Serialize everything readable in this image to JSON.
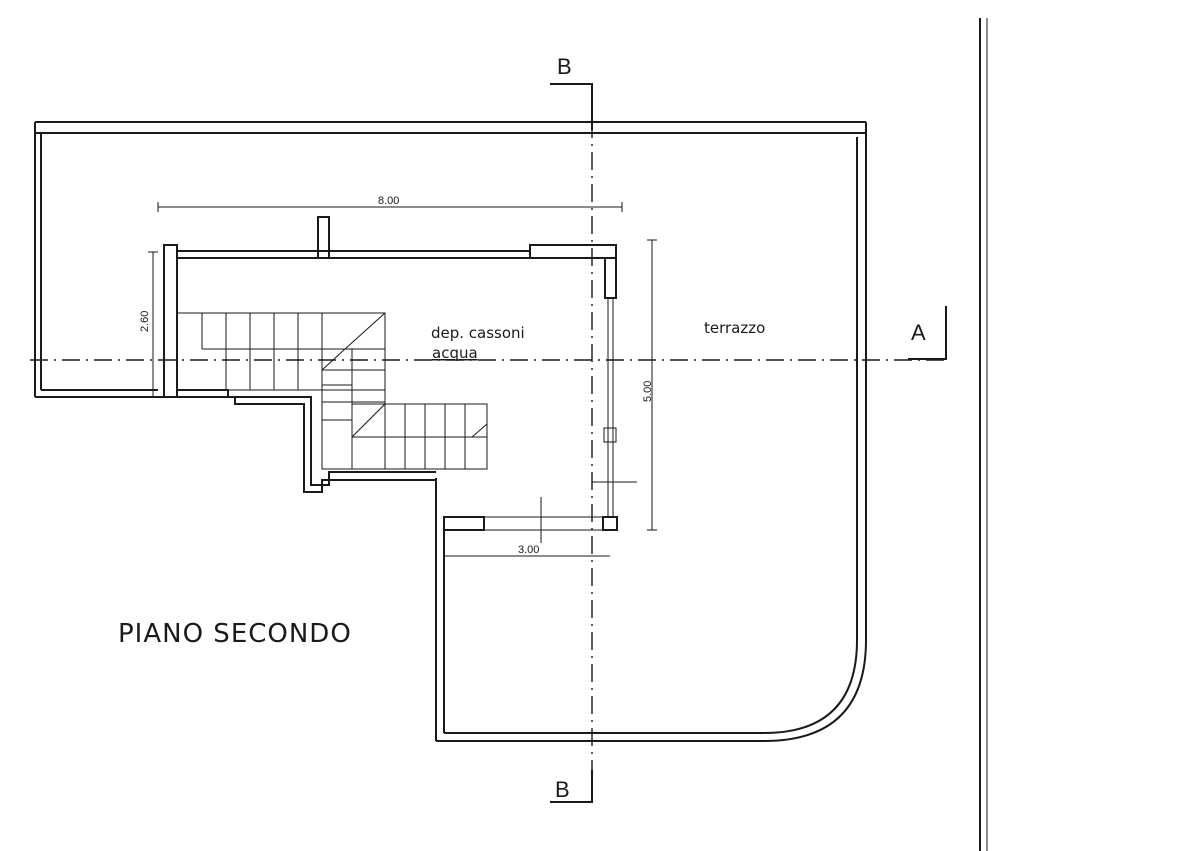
{
  "drawing": {
    "title": "PIANO SECONDO",
    "rooms": {
      "tank_room": {
        "line1": "dep. cassoni",
        "line2": "acqua"
      },
      "terrace": "terrazzo"
    },
    "dimensions": {
      "width_top": "8.00",
      "height_left": "2.60",
      "height_right": "5.00",
      "width_bottom": "3.00"
    },
    "sections": {
      "b_top": "B",
      "b_bottom": "B",
      "a_right": "A"
    }
  }
}
